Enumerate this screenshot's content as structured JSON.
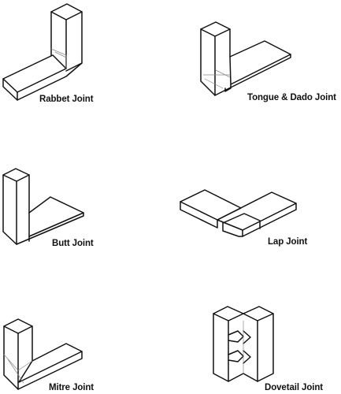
{
  "joints": [
    {
      "id": "rabbet",
      "label": "Rabbet Joint"
    },
    {
      "id": "tongue_dado",
      "label": "Tongue & Dado Joint"
    },
    {
      "id": "butt",
      "label": "Butt Joint"
    },
    {
      "id": "lap",
      "label": "Lap Joint"
    },
    {
      "id": "mitre",
      "label": "Mitre Joint"
    },
    {
      "id": "dovetail",
      "label": "Dovetail Joint"
    }
  ],
  "stock_id": "405921319",
  "line_color": "#111111"
}
